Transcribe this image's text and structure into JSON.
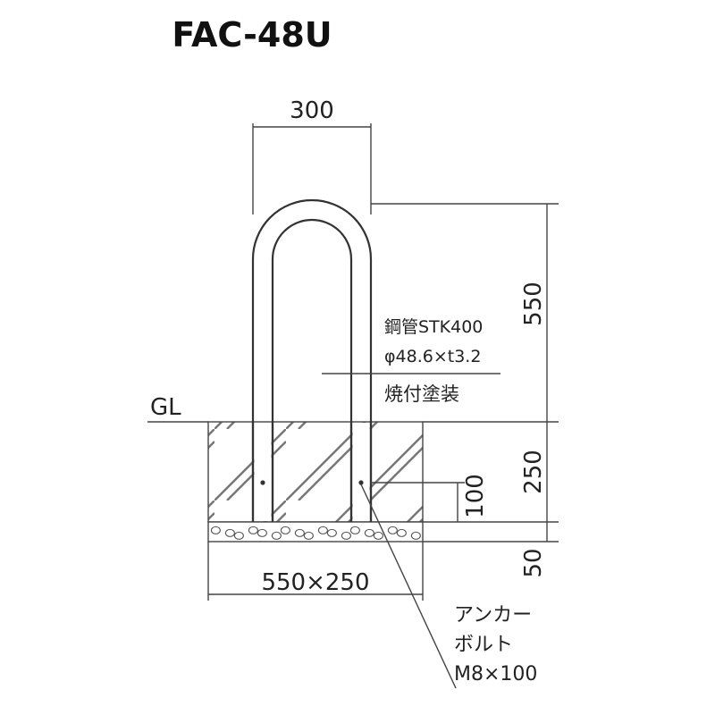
{
  "title": "FAC-48U",
  "dimensions": {
    "width": "300",
    "height_above_ground": "550",
    "foundation_depth": "250",
    "anchor_depth": "100",
    "base_depth": "50",
    "foundation_size": "550×250"
  },
  "ground_label": "GL",
  "material": {
    "line1": "鋼管STK400",
    "line2": "φ48.6×t3.2",
    "finish": "焼付塗装"
  },
  "anchor": {
    "line1": "アンカー",
    "line2": "ボルト",
    "line3": "M8×100"
  }
}
